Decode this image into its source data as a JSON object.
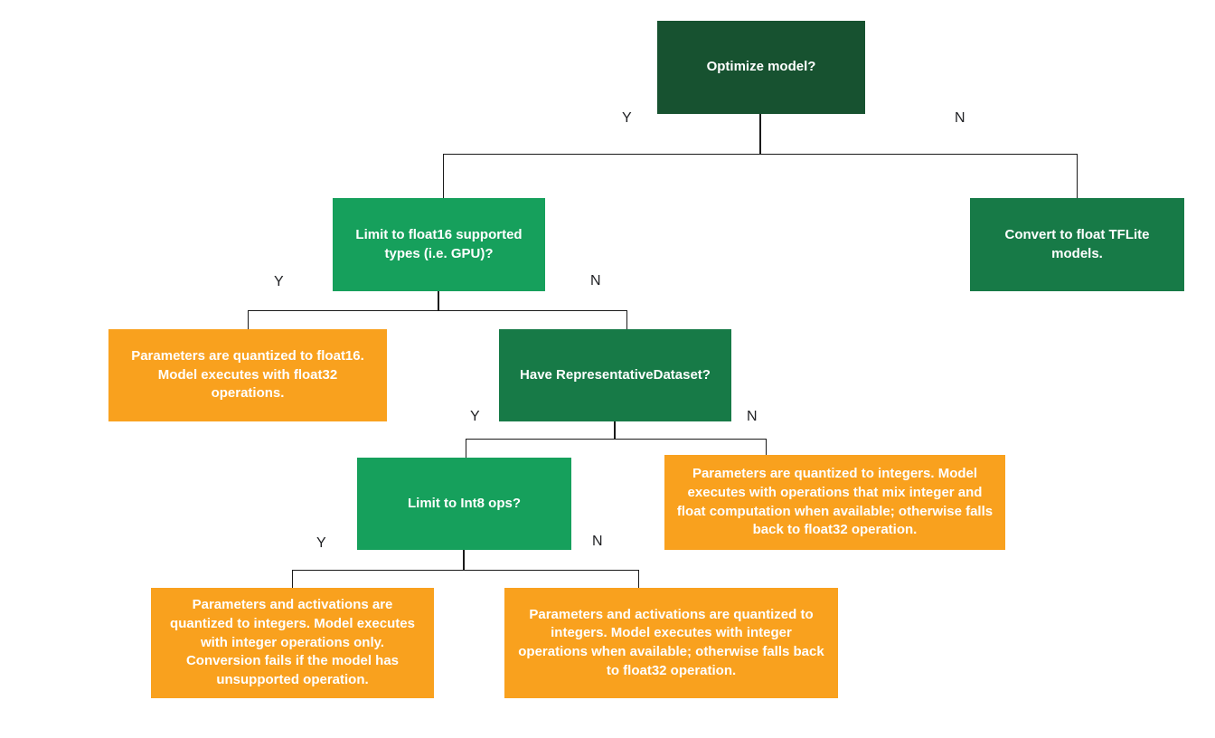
{
  "colors": {
    "dark_green": "#175230",
    "mid_green": "#177a47",
    "bright_green": "#16a05c",
    "orange": "#f9a11e",
    "node_text": "#ffffff",
    "line_color": "#1a1a1a",
    "label_color": "#202124"
  },
  "edge_labels": {
    "yes": "Y",
    "no": "N"
  },
  "nodes": {
    "optimize_model": {
      "label": "Optimize model?"
    },
    "limit_float16": {
      "label": "Limit to float16 supported types (i.e. GPU)?"
    },
    "convert_float_tflite": {
      "label": "Convert to float TFLite models."
    },
    "quantized_float16": {
      "label": "Parameters are quantized to float16. Model executes with float32 operations."
    },
    "have_representative_dataset": {
      "label": "Have RepresentativeDataset?"
    },
    "limit_int8_ops": {
      "label": "Limit to Int8 ops?"
    },
    "quantized_integers_mixed": {
      "label": "Parameters are quantized to integers. Model executes with operations that mix integer and float computation when available; otherwise falls back to float32 operation."
    },
    "quantized_integers_only": {
      "label": "Parameters and activations are quantized to integers. Model executes with integer operations only. Conversion fails if the model has unsupported operation."
    },
    "quantized_integers_fallback": {
      "label": "Parameters and activations are quantized to integers. Model executes with integer operations when available; otherwise falls back to float32 operation."
    }
  },
  "edges": [
    {
      "from": "optimize_model",
      "label": "Y",
      "to": "limit_float16"
    },
    {
      "from": "optimize_model",
      "label": "N",
      "to": "convert_float_tflite"
    },
    {
      "from": "limit_float16",
      "label": "Y",
      "to": "quantized_float16"
    },
    {
      "from": "limit_float16",
      "label": "N",
      "to": "have_representative_dataset"
    },
    {
      "from": "have_representative_dataset",
      "label": "Y",
      "to": "limit_int8_ops"
    },
    {
      "from": "have_representative_dataset",
      "label": "N",
      "to": "quantized_integers_mixed"
    },
    {
      "from": "limit_int8_ops",
      "label": "Y",
      "to": "quantized_integers_only"
    },
    {
      "from": "limit_int8_ops",
      "label": "N",
      "to": "quantized_integers_fallback"
    }
  ]
}
